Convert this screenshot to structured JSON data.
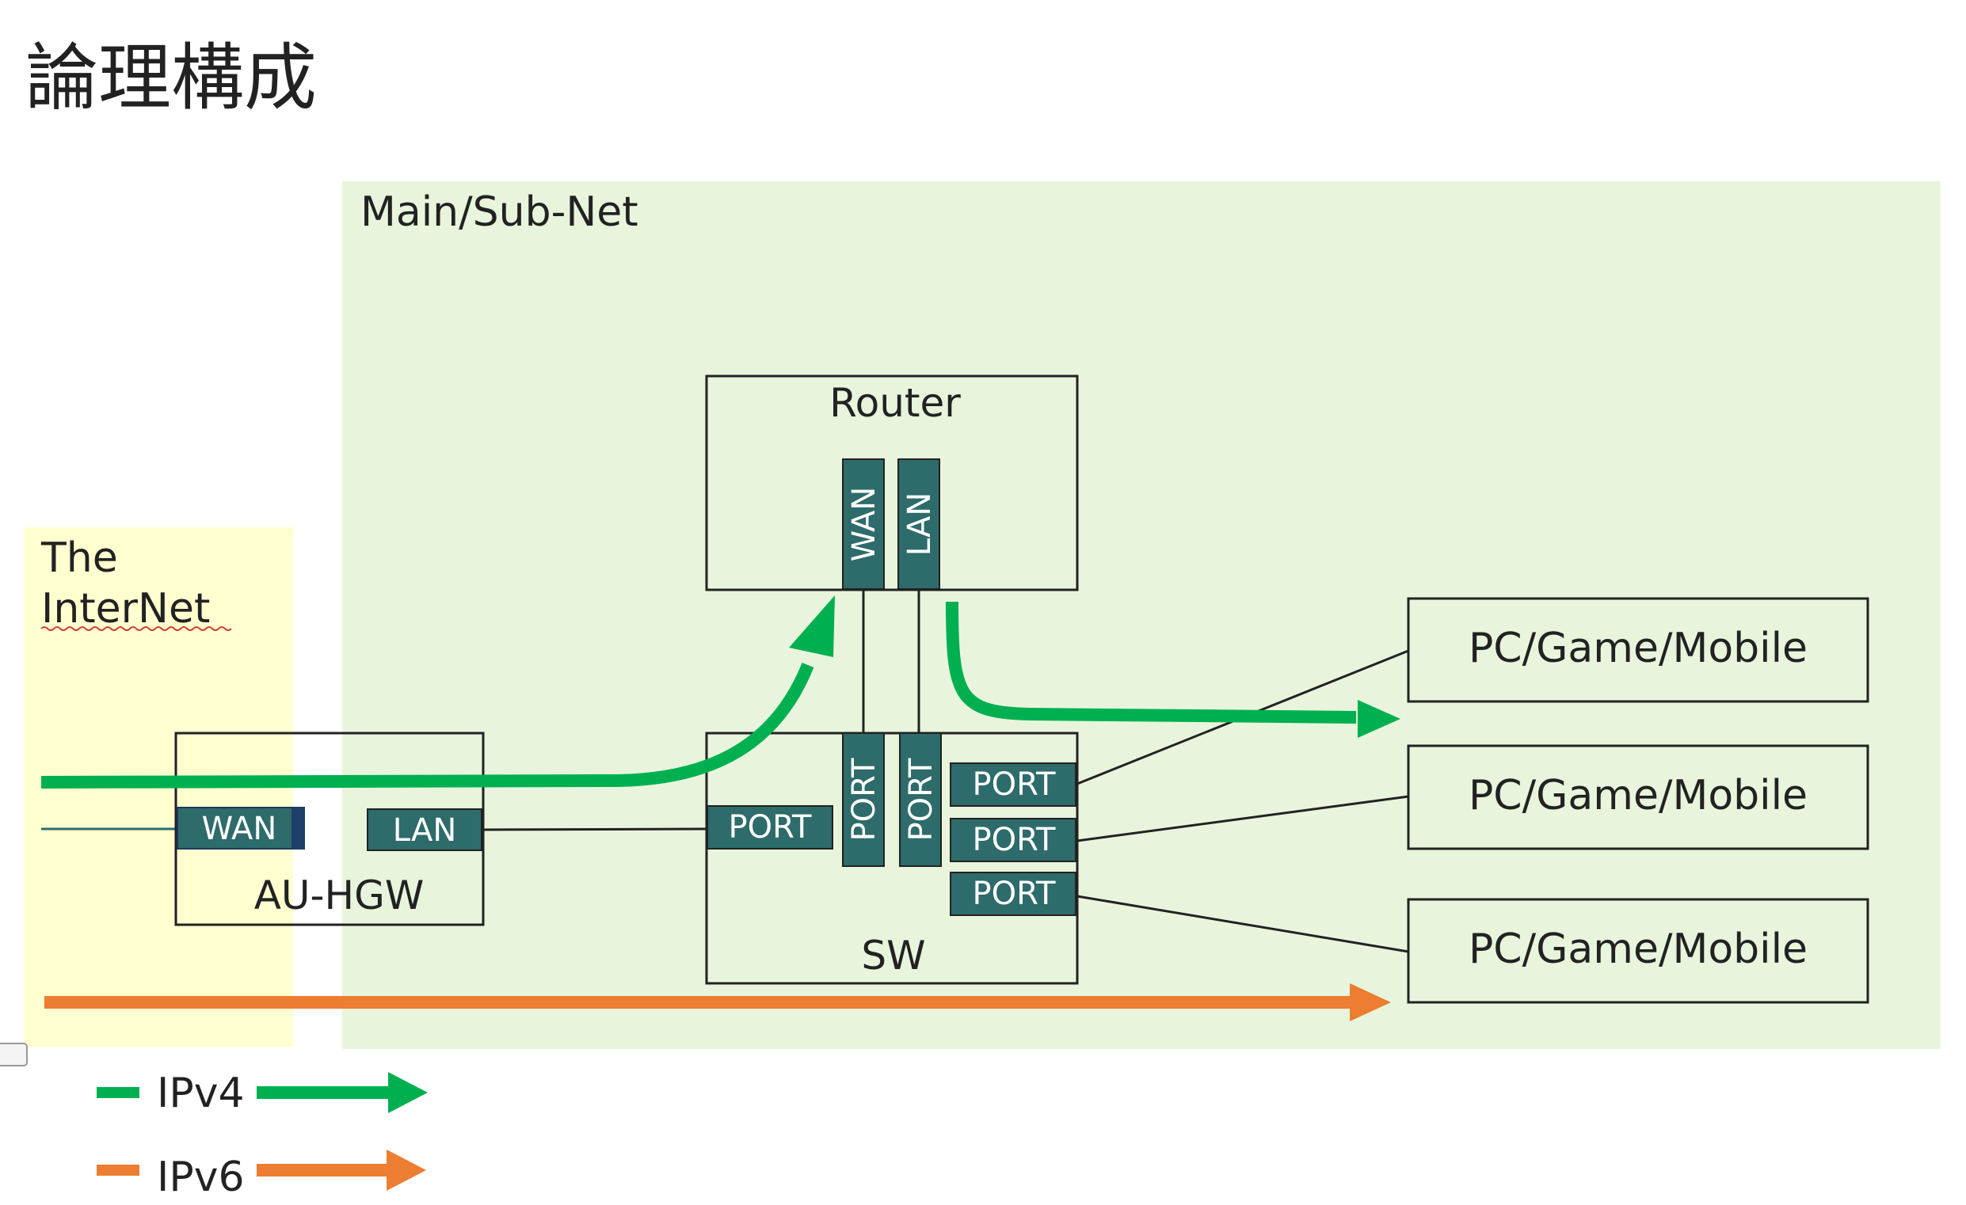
{
  "title": "論理構成",
  "zones": {
    "internet": "The InterNet",
    "subnet": "Main/Sub-Net"
  },
  "devices": {
    "router": {
      "label": "Router",
      "ports": [
        "WAN",
        "LAN"
      ]
    },
    "hgw": {
      "label": "AU-HGW",
      "ports": [
        "WAN",
        "LAN"
      ]
    },
    "sw": {
      "label": "SW",
      "ports": [
        "PORT",
        "PORT",
        "PORT",
        "PORT",
        "PORT",
        "PORT"
      ]
    },
    "clients": [
      "PC/Game/Mobile",
      "PC/Game/Mobile",
      "PC/Game/Mobile"
    ]
  },
  "legend": [
    {
      "label": "IPv4",
      "color": "#00b050"
    },
    {
      "label": "IPv6",
      "color": "#ed7d31"
    }
  ],
  "colors": {
    "internet_zone": "#ffffcc",
    "subnet_zone": "#e8f5dc",
    "port": "#2e6b6b",
    "ipv4": "#00b050",
    "ipv6": "#ed7d31"
  }
}
